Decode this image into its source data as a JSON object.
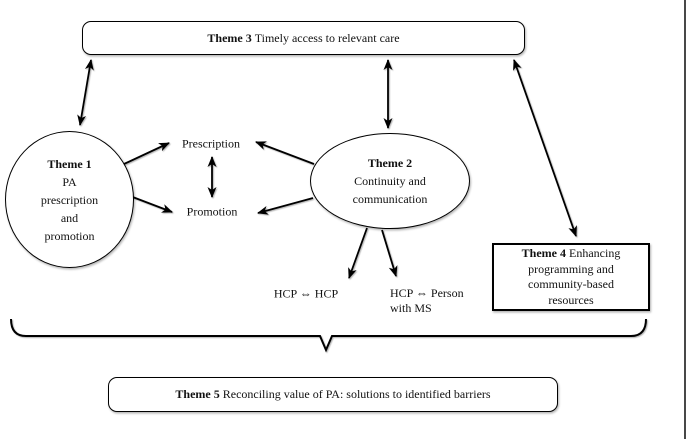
{
  "diagram": {
    "theme3": {
      "title": "Theme 3",
      "text": "Timely access to relevant care"
    },
    "theme1": {
      "title": "Theme 1",
      "lines": [
        "PA",
        "prescription",
        "and",
        "promotion"
      ]
    },
    "theme2": {
      "title": "Theme 2",
      "lines": [
        "Continuity and",
        "communication"
      ]
    },
    "theme4": {
      "title": "Theme 4",
      "title_rest": "Enhancing",
      "lines": [
        "programming and",
        "community-based",
        "resources"
      ]
    },
    "theme5": {
      "title": "Theme 5",
      "text": "Reconciling value of PA: solutions to identified barriers"
    },
    "labels": {
      "prescription": "Prescription",
      "promotion": "Promotion",
      "hcp_hcp": "HCP ⇔ HCP",
      "hcp_person_line1": "HCP ⇔ Person",
      "hcp_person_line2": "with MS"
    },
    "colors": {
      "line": "#000000",
      "background": "#ffffff",
      "page_edge": "#333333"
    }
  }
}
